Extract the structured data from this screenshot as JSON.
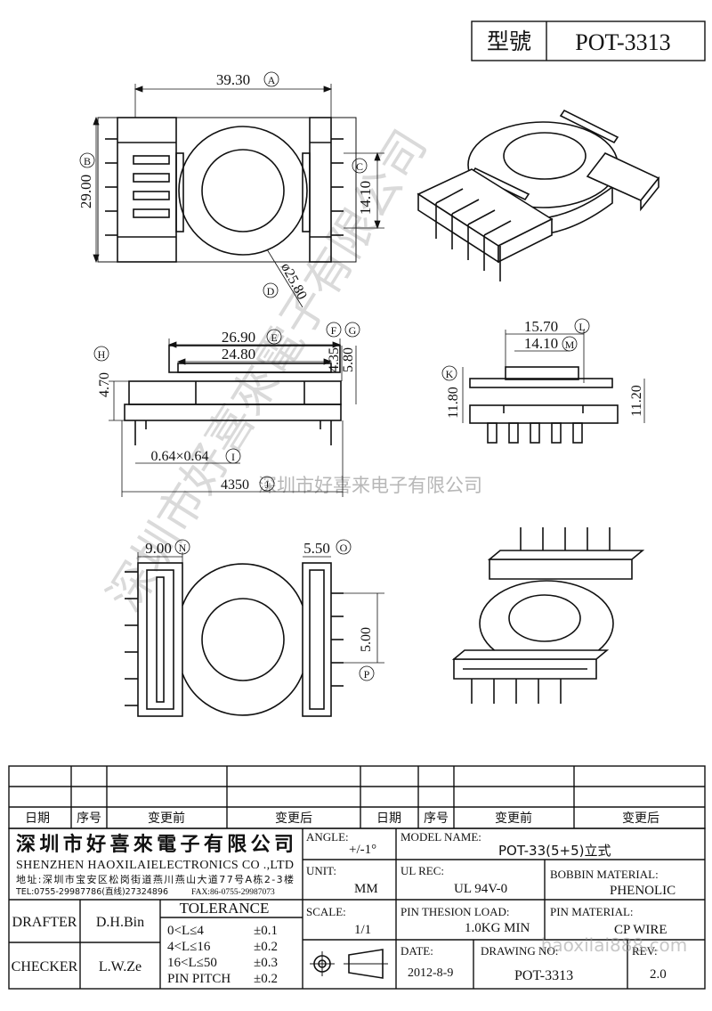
{
  "header": {
    "model_label": "型號",
    "model_value": "POT-3313"
  },
  "dims": {
    "a": {
      "value": "39.30",
      "tag": "A"
    },
    "b": {
      "value": "29.00",
      "tag": "B"
    },
    "c": {
      "value": "14.10",
      "tag": "C"
    },
    "d": {
      "value": "ø25.80",
      "tag": "D"
    },
    "e": {
      "value": "26.90",
      "tag": "E"
    },
    "e2": {
      "value": "24.80"
    },
    "f": {
      "value": "4.35",
      "tag": "F"
    },
    "g": {
      "value": "5.80",
      "tag": "G"
    },
    "h": {
      "value": "4.70",
      "tag": "H"
    },
    "i": {
      "value": "0.64×0.64",
      "tag": "I"
    },
    "j": {
      "value": "4350",
      "tag": "J"
    },
    "k": {
      "value": "11.80",
      "tag": "K"
    },
    "l": {
      "value": "15.70",
      "tag": "L"
    },
    "m": {
      "value": "14.10",
      "tag": "M"
    },
    "k2": {
      "value": "11.20"
    },
    "n": {
      "value": "9.00",
      "tag": "N"
    },
    "o": {
      "value": "5.50",
      "tag": "O"
    },
    "p": {
      "value": "5.00",
      "tag": "P"
    }
  },
  "watermark": {
    "vertical": "深圳市好喜來電子有限公司",
    "horizontal": "深圳市好喜来电子有限公司",
    "url": "haoxilai888.com"
  },
  "revision_header": {
    "date": "日期",
    "no": "序号",
    "before": "变更前",
    "after": "变更后"
  },
  "company": {
    "name_cn": "深圳市好喜來電子有限公司",
    "name_en": "SHENZHEN HAOXILAIELECTRONICS CO .,LTD",
    "address": "地址:深圳市宝安区松岗街道燕川燕山大道77号A栋2-3楼",
    "tel": "TEL:0755-29987786(直线)27324896",
    "fax": "FAX:86-0755-29987073"
  },
  "specs": {
    "angle_label": "ANGLE:",
    "angle_value": "+/-1°",
    "model_name_label": "MODEL NAME:",
    "model_name_value": "POT-33(5+5)立式",
    "unit_label": "UNIT:",
    "unit_value": "MM",
    "ul_label": "UL REC:",
    "ul_value": "UL 94V-0",
    "bobbin_label": "BOBBIN MATERIAL:",
    "bobbin_value": "PHENOLIC",
    "scale_label": "SCALE:",
    "scale_value": "1/1",
    "tension_label": "PIN THESION LOAD:",
    "tension_value": "1.0KG MIN",
    "pin_label": "PIN MATERIAL:",
    "pin_value": "CP  WIRE",
    "date_label": "DATE:",
    "date_value": "2012-8-9",
    "drawing_label": "DRAWING NO:",
    "drawing_value": "POT-3313",
    "rev_label": "REV:",
    "rev_value": "2.0"
  },
  "people": {
    "drafter_label": "DRAFTER",
    "drafter_value": "D.H.Bin",
    "checker_label": "CHECKER",
    "checker_value": "L.W.Ze"
  },
  "tolerance": {
    "title": "TOLERANCE",
    "rows": [
      {
        "range": "0<L≤4",
        "value": "±0.1"
      },
      {
        "range": "4<L≤16",
        "value": "±0.2"
      },
      {
        "range": "16<L≤50",
        "value": "±0.3"
      },
      {
        "range": "PIN PITCH",
        "value": "±0.2"
      }
    ]
  }
}
